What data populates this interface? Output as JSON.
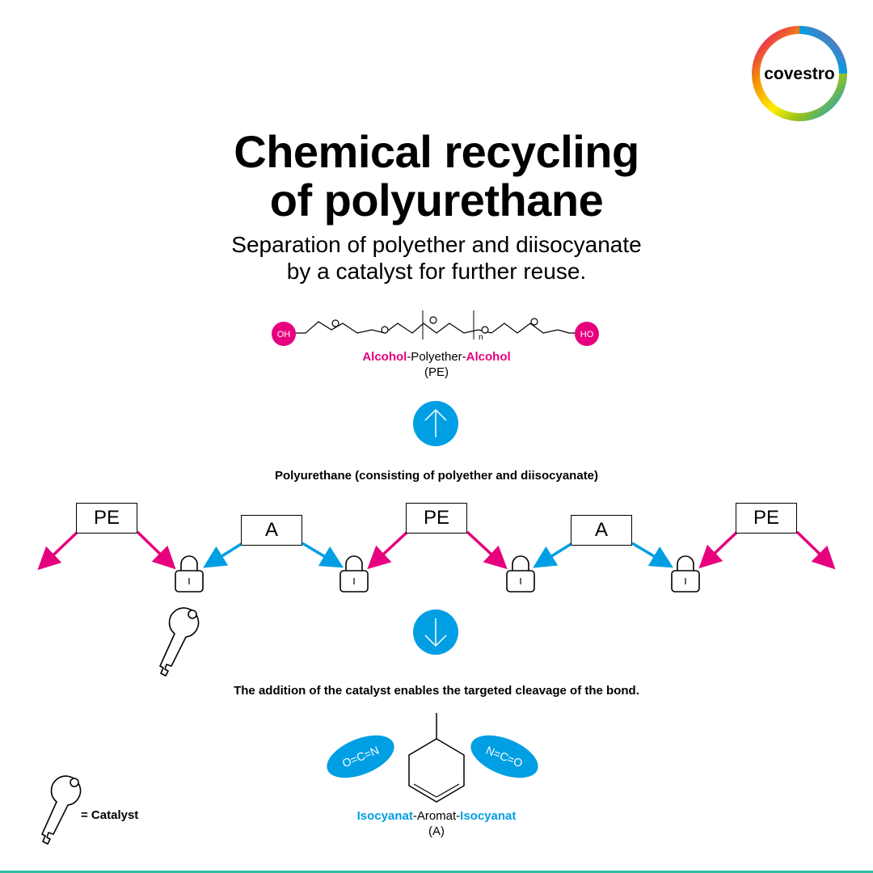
{
  "logo": {
    "text": "covestro"
  },
  "title": {
    "line1": "Chemical recycling",
    "line2": "of polyurethane"
  },
  "subtitle": {
    "line1": "Separation of polyether and diisocyanate",
    "line2": "by a catalyst for further reuse."
  },
  "polyether": {
    "left_group": "OH",
    "right_group": "HO",
    "repeat_index": "n",
    "name_part1": "Alcohol",
    "name_sep1": "-Polyether-",
    "name_part2": "Alcohol",
    "abbrev": "(PE)"
  },
  "polyurethane_caption": "Polyurethane (consisting of polyether and diisocyanate)",
  "chain_boxes": [
    "PE",
    "A",
    "PE",
    "A",
    "PE"
  ],
  "cleavage_caption": "The addition of the catalyst enables the targeted cleavage of the bond.",
  "isocyanate": {
    "left_group": "O=C=N",
    "right_group": "N=C=O",
    "name_part1": "Isocyanat",
    "name_sep1": "-Aromat-",
    "name_part2": "Isocyanat",
    "abbrev": "(A)"
  },
  "legend": {
    "text": "= Catalyst",
    "icon": "key-icon"
  },
  "colors": {
    "magenta": "#e6007e",
    "cyan": "#009fe3",
    "teal_line": "#2fbfa0"
  }
}
